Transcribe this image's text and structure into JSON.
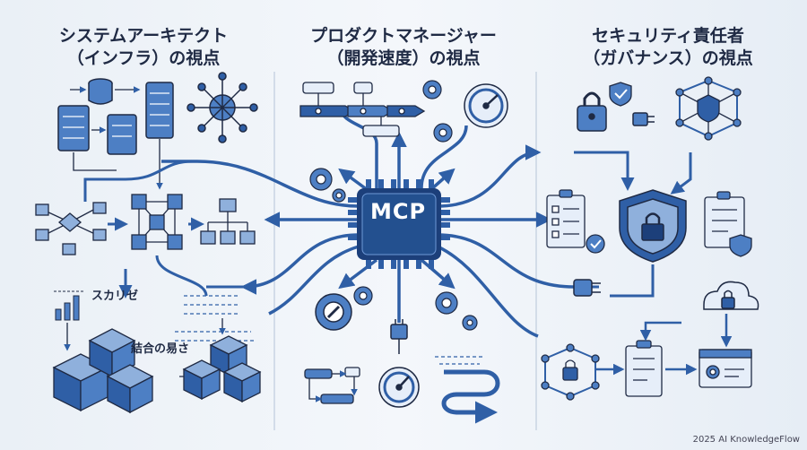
{
  "panels": [
    {
      "title_line1": "システムアーキテクト",
      "title_line2": "（インフラ）の視点"
    },
    {
      "title_line1": "プロダクトマネージャー",
      "title_line2": "（開発速度）の視点"
    },
    {
      "title_line1": "セキュリティ責任者",
      "title_line2": "（ガバナンス）の視点"
    }
  ],
  "hub": {
    "label": "MCP"
  },
  "annotations": {
    "scalability": "スカリゼ",
    "coupling": "結合の易さ"
  },
  "footer": "2025 AI KnowledgeFlow",
  "colors": {
    "primary": "#2f5fa6",
    "light": "#8fb0dc",
    "dark": "#1f2a44",
    "accent": "#3d7cc9"
  }
}
